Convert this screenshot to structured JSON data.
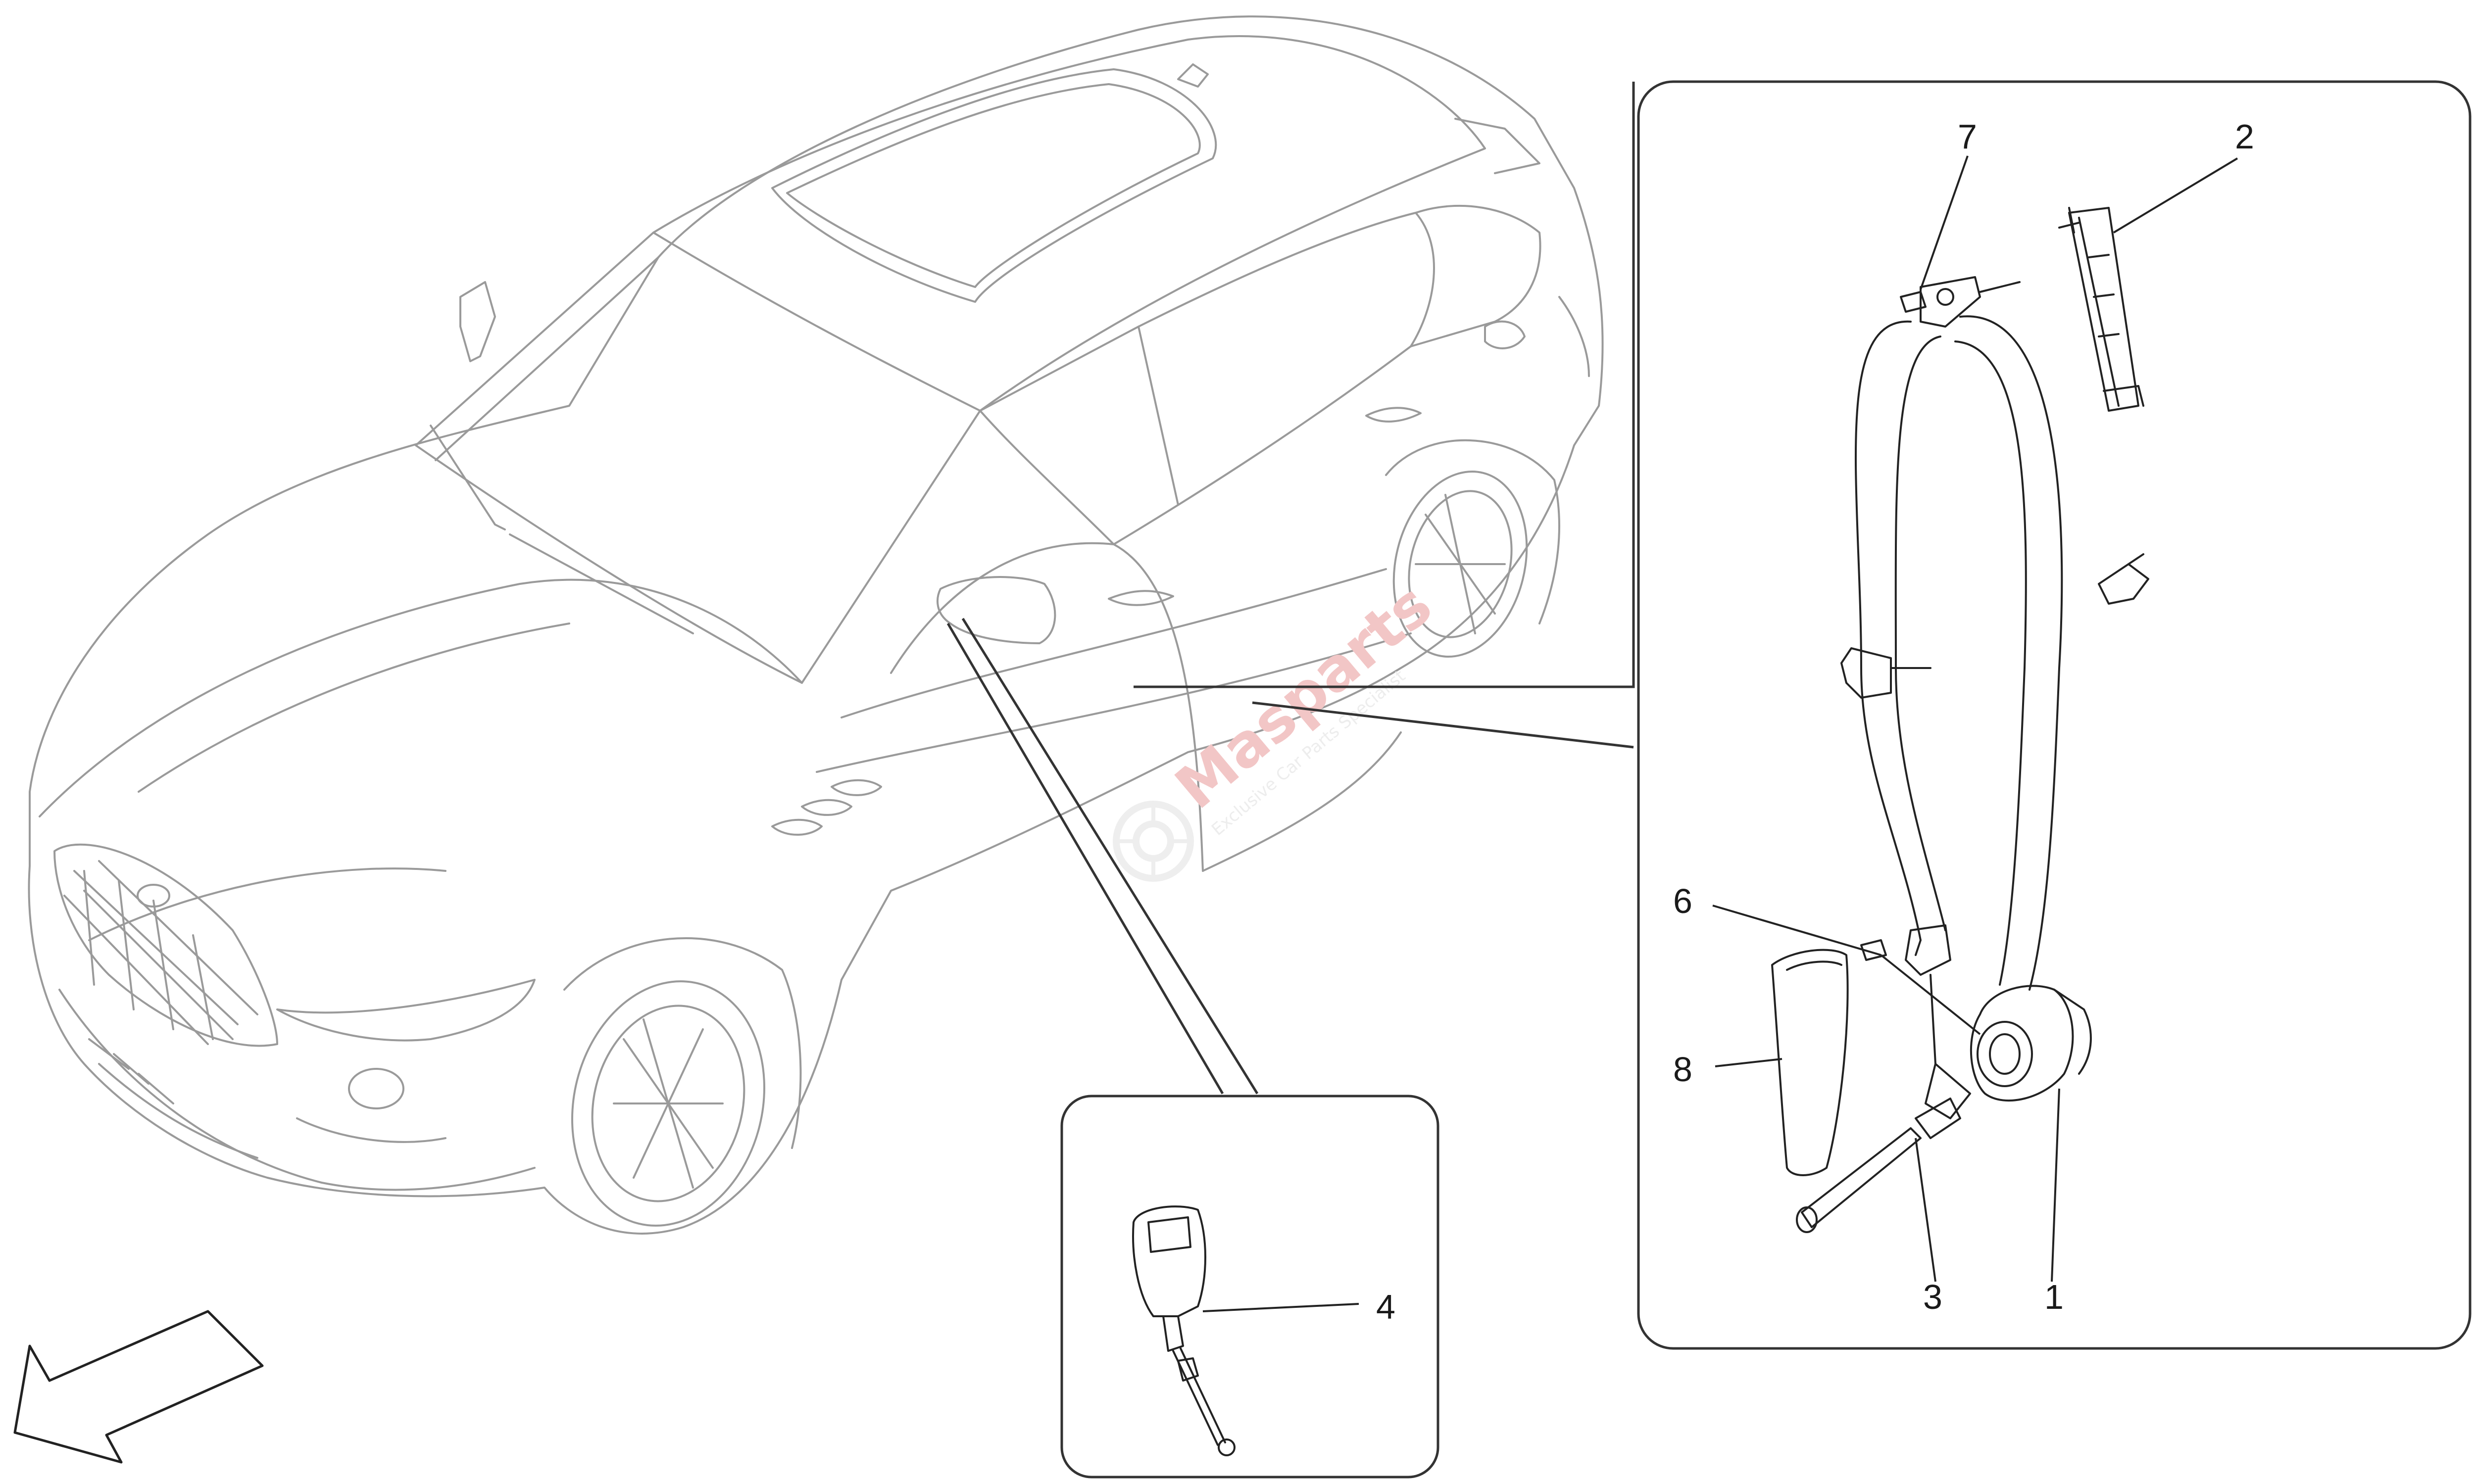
{
  "watermark": {
    "brand": "Masparts",
    "tagline": "Exclusive Car Parts Specialist"
  },
  "callouts": [
    {
      "id": "1",
      "label": "1"
    },
    {
      "id": "2",
      "label": "2"
    },
    {
      "id": "3",
      "label": "3"
    },
    {
      "id": "4",
      "label": "4"
    },
    {
      "id": "6",
      "label": "6"
    },
    {
      "id": "7",
      "label": "7"
    },
    {
      "id": "8",
      "label": "8"
    }
  ],
  "colors": {
    "vehicle_lines": "#9a9a9a",
    "part_lines": "#222222",
    "frame": "#333333",
    "watermark_accent": "#e23b3b"
  }
}
